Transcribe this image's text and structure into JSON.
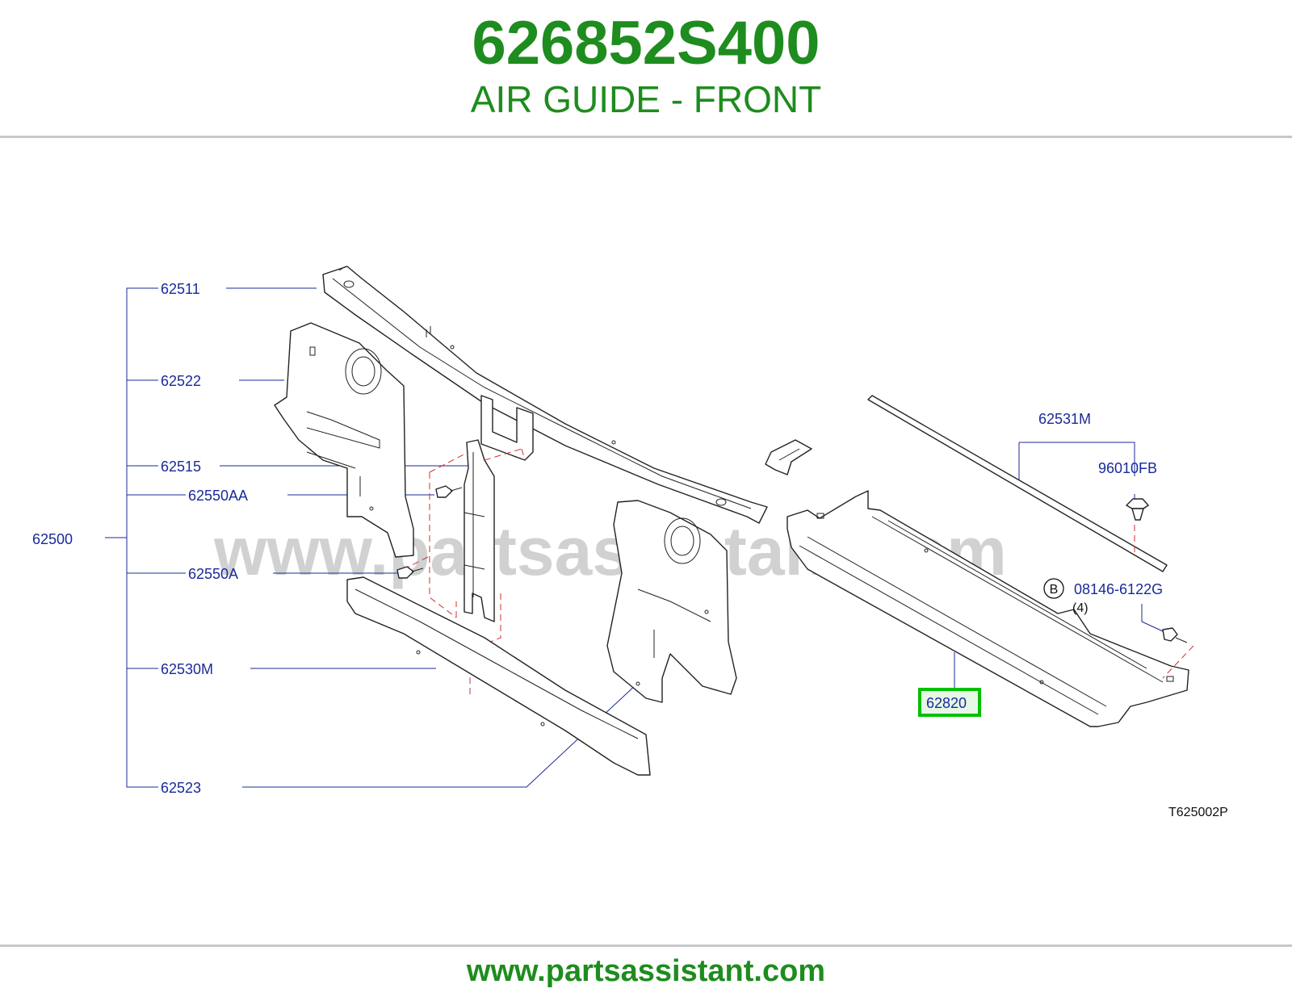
{
  "header": {
    "part_number": "626852S400",
    "title": "AIR GUIDE - FRONT"
  },
  "footer": {
    "url": "www.partsassistant.com"
  },
  "diagram": {
    "watermark": "www.partsassistant.com",
    "drawing_code": "T625002P",
    "labels": {
      "p62511": "62511",
      "p62522": "62522",
      "p62515": "62515",
      "p62550AA": "62550AA",
      "p62500": "62500",
      "p62550A": "62550A",
      "p62530M": "62530M",
      "p62523": "62523",
      "p62531M": "62531M",
      "p96010FB": "96010FB",
      "p08146": "08146-6122G",
      "qty": "(4)",
      "circle_b": "B",
      "p62820": "62820"
    },
    "highlight_color": "#00c000",
    "label_color": "#1a2a9a",
    "brand_color": "#1e8c1e"
  }
}
